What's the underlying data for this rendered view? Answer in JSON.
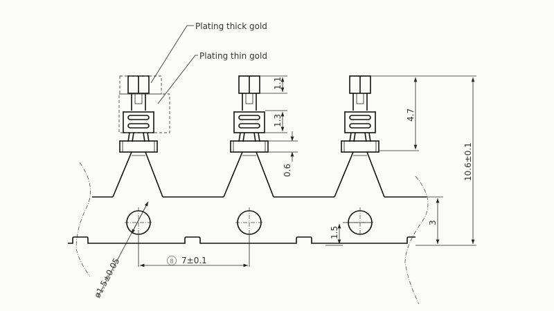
{
  "callouts": {
    "thick_gold": "Plating thick gold",
    "thin_gold": "Plating thin gold"
  },
  "dimensions": {
    "cap_height": "1.1",
    "body_height": "1.3",
    "flange_gap": "0.6",
    "pin_height": "4.7",
    "total_height": "10.6±0.1",
    "strip_width": "3",
    "hole_offset": "1.5",
    "pitch_marker": "8",
    "pitch": "7±0.1",
    "hole_diameter": "ø1.5±0.05"
  }
}
